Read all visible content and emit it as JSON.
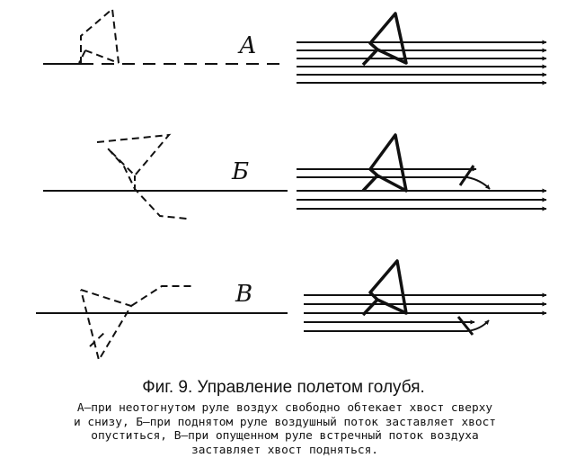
{
  "panels": [
    {
      "label": "А"
    },
    {
      "label": "Б"
    },
    {
      "label": "В"
    }
  ],
  "title": "Фиг. 9. Управление полетом голубя.",
  "caption_lines": [
    "А—при неотогнутом руле воздух  свободно обтекает хвост сверху",
    "и снизу, Б—при поднятом руле воздушный поток заставляет хвост",
    "опуститься, В—при опущенном руле встречный поток воздуха",
    "заставляет хвост подняться."
  ]
}
